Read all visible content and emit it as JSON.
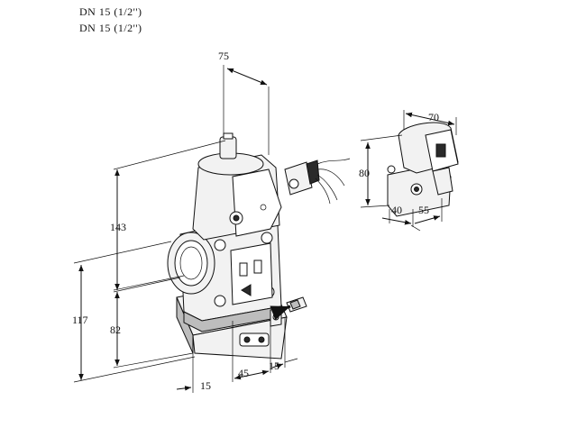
{
  "header": {
    "line1": "DN 15 (1/2'')",
    "line2": "DN 15 (1/2'')"
  },
  "dimensions": {
    "d75": "75",
    "d70": "70",
    "d80": "80",
    "d40": "40",
    "d55": "55",
    "d143": "143",
    "d117": "117",
    "d82": "82",
    "d45": "45",
    "d15a": "15",
    "d15b": "15"
  }
}
